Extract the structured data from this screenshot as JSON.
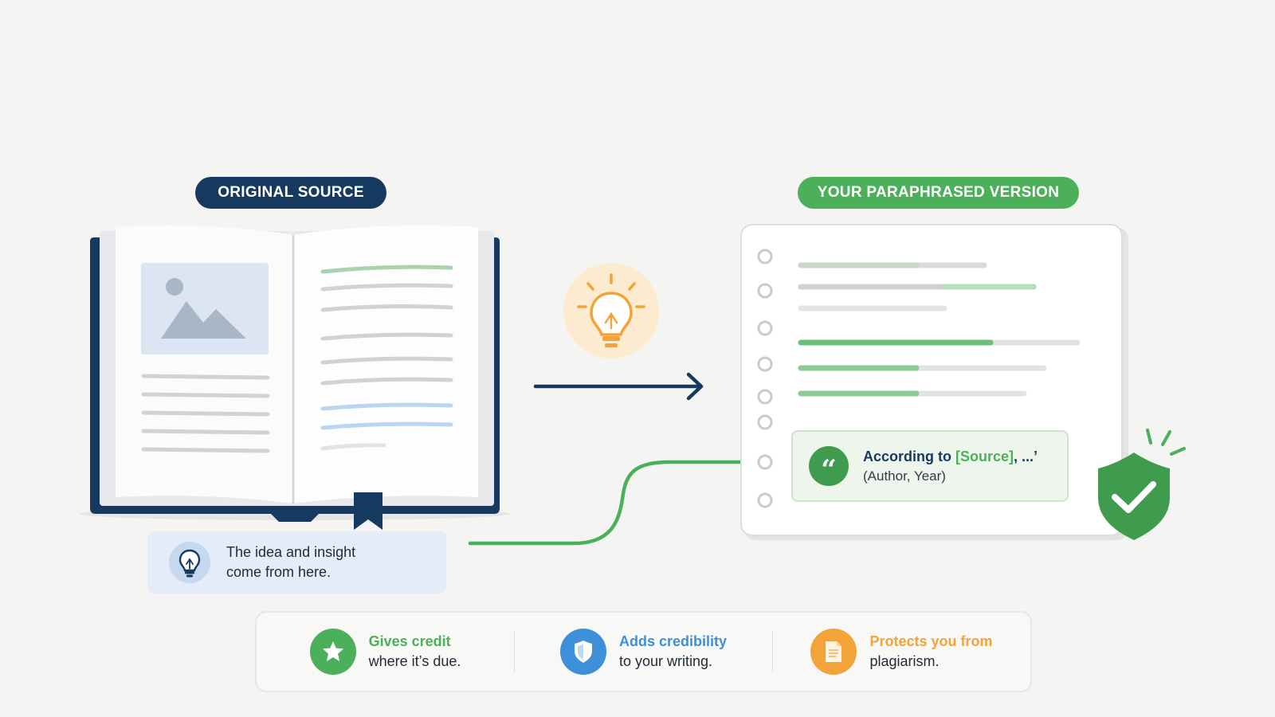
{
  "labels": {
    "original_source": "ORIGINAL SOURCE",
    "paraphrased_version": "YOUR PARAPHRASED VERSION"
  },
  "caption": {
    "line1": "The idea and insight",
    "line2": "come from here."
  },
  "citation": {
    "prefix": "According to ",
    "source": "[Source]",
    "suffix": ", ...’",
    "line2": "(Author, Year)"
  },
  "benefits": [
    {
      "title": "Gives credit",
      "sub": "where it’s due.",
      "color": "#4caf5a",
      "icon": "star-icon"
    },
    {
      "title": "Adds credibility",
      "sub": "to your writing.",
      "color": "#3d8fd9",
      "icon": "shield-icon"
    },
    {
      "title": "Protects you from",
      "sub": "plagiarism.",
      "color": "#f2a33a",
      "icon": "document-icon"
    }
  ],
  "colors": {
    "navy": "#163a5f",
    "green": "#4caf5a",
    "blue": "#3d8fd9",
    "orange": "#f2a33a"
  }
}
